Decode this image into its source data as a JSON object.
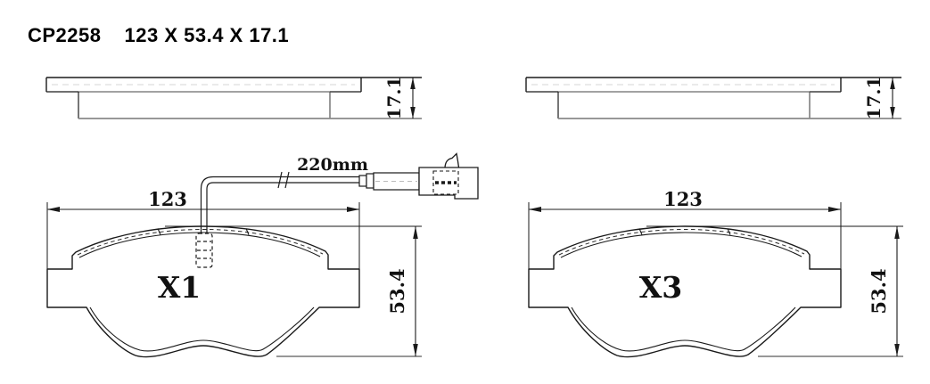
{
  "title": {
    "part_number": "CP2258",
    "size_text": "123 X 53.4 X 17.1"
  },
  "side_view_left": {
    "thickness": "17.1"
  },
  "side_view_right": {
    "thickness": "17.1"
  },
  "pad_left": {
    "id": "X1",
    "width": "123",
    "height": "53.4",
    "sensor_length": "220mm"
  },
  "pad_right": {
    "id": "X3",
    "width": "123",
    "height": "53.4"
  },
  "colors": {
    "line": "#1a1a1a",
    "muted_line": "#8a8a8a",
    "background": "#ffffff",
    "text": "#000000"
  }
}
